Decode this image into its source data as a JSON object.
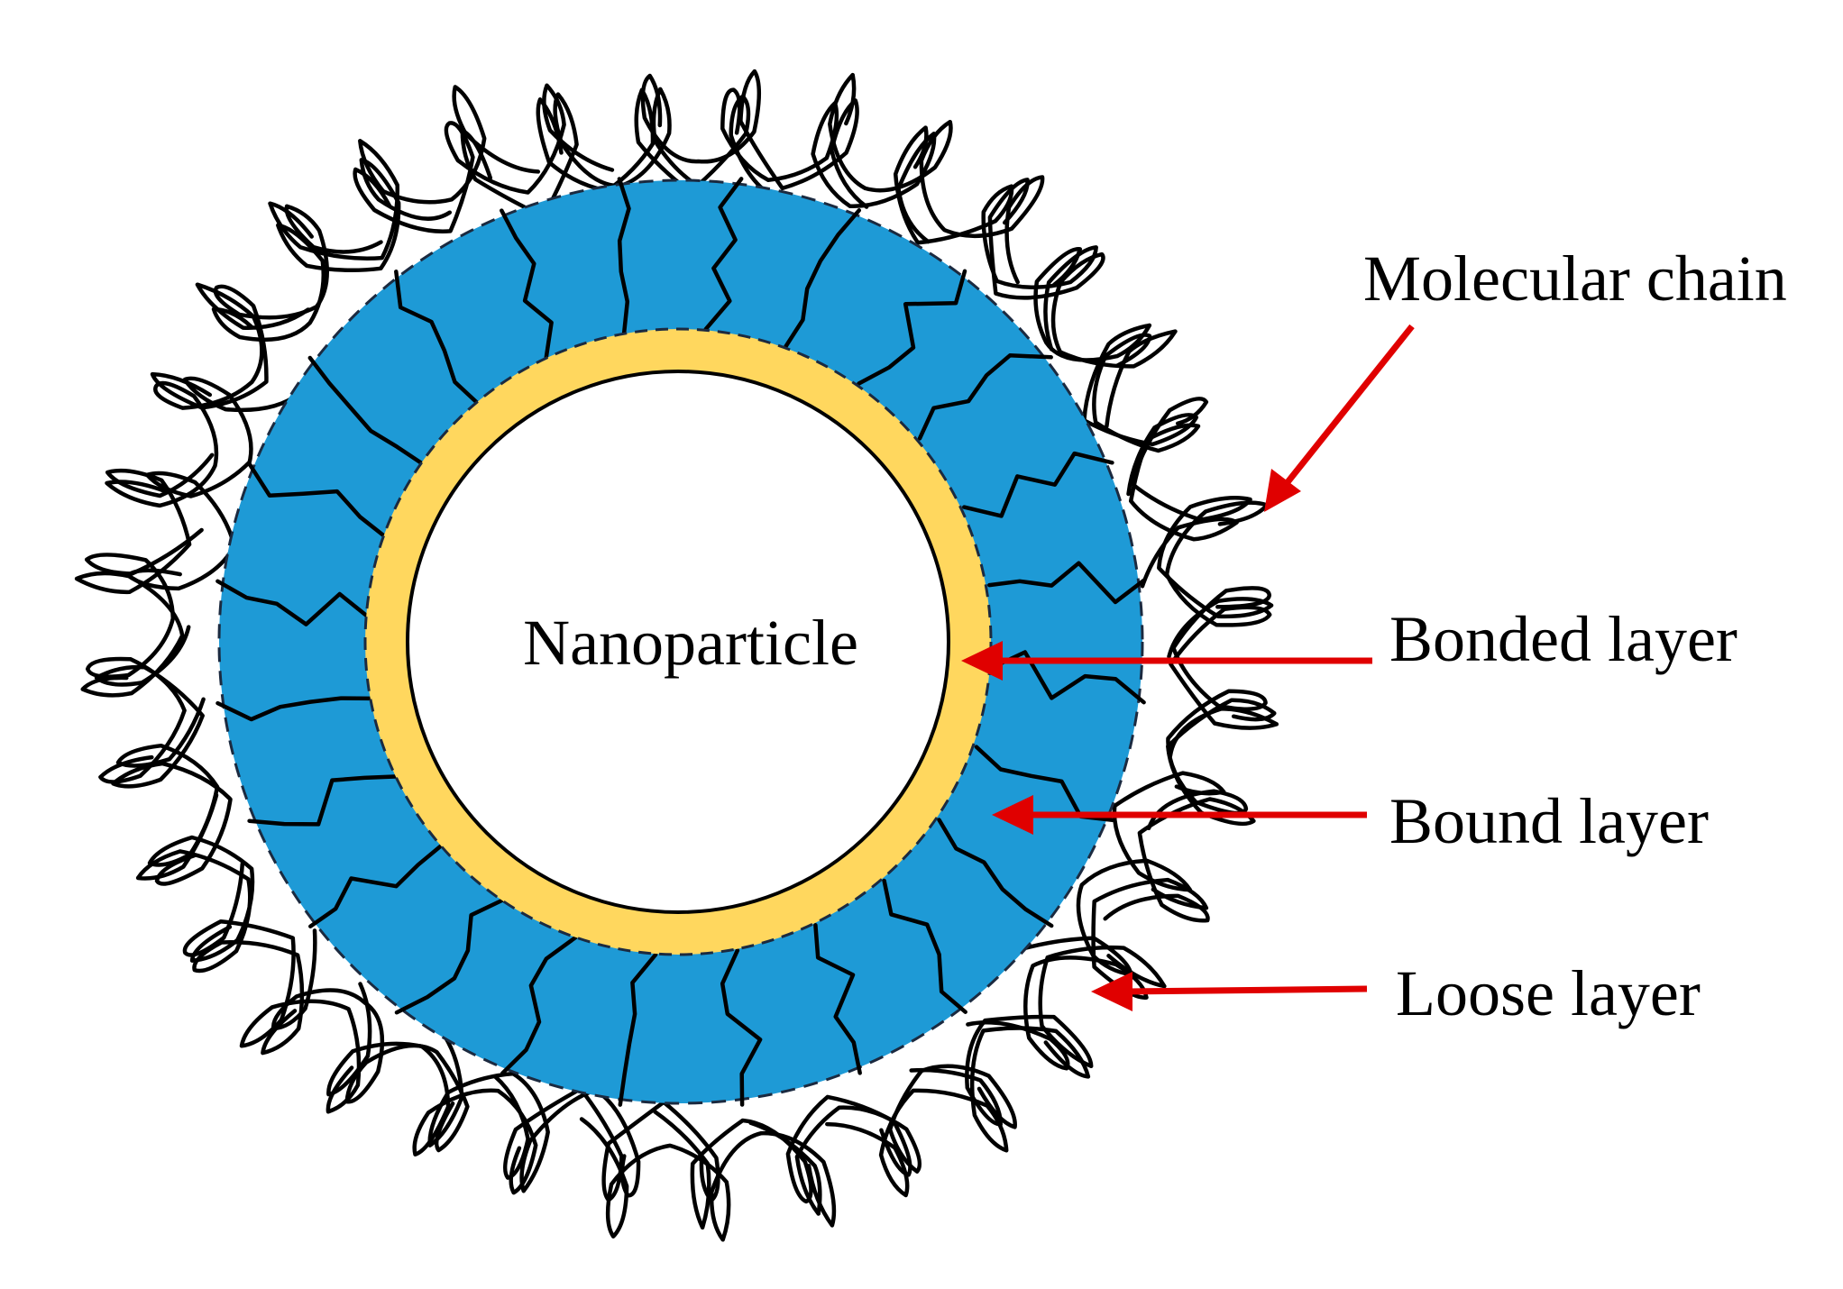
{
  "labels": {
    "center": "Nanoparticle",
    "molecular_chain": "Molecular chain",
    "bonded_layer": "Bonded layer",
    "bound_layer": "Bound layer",
    "loose_layer": "Loose layer"
  },
  "colors": {
    "bound_layer_fill": "#1e9ad6",
    "bonded_layer_fill": "#ffd75e",
    "nanoparticle_fill": "#ffffff",
    "arrow": "#e00000",
    "chain": "#000000"
  }
}
